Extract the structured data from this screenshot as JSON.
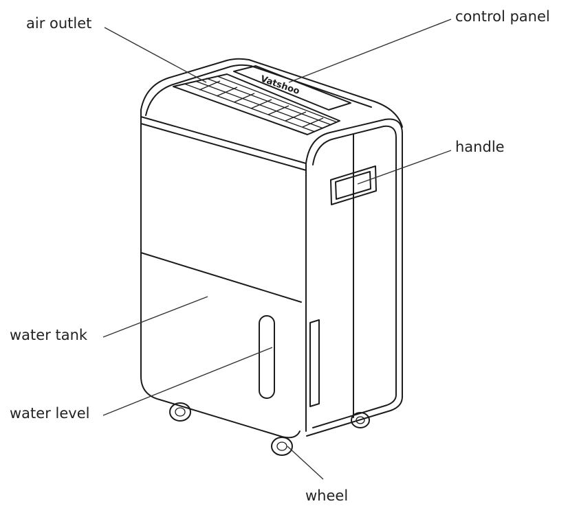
{
  "labels": {
    "air_outlet": "air outlet",
    "control_panel": "control panel",
    "handle": "handle",
    "water_tank": "water tank",
    "water_level": "water level",
    "wheel": "wheel"
  },
  "panel_text": "Vatshoo",
  "colors": {
    "line": "#1b1b1b",
    "background": "#ffffff"
  }
}
